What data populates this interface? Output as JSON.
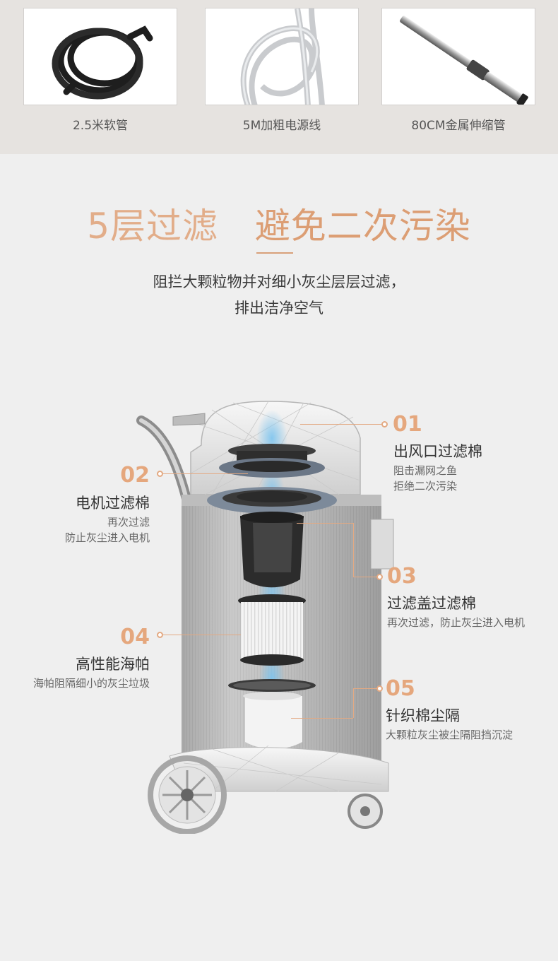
{
  "accessories": [
    {
      "label": "2.5米软管",
      "icon": "hose-icon"
    },
    {
      "label": "5M加粗电源线",
      "icon": "power-cable-icon"
    },
    {
      "label": "80CM金属伸缩管",
      "icon": "metal-tube-icon"
    }
  ],
  "heading": {
    "part1": "5层过滤",
    "part2": "避免二次污染"
  },
  "subtitle": {
    "line1": "阻拦大颗粒物并对细小灰尘层层过滤，",
    "line2": "排出洁净空气"
  },
  "callouts": [
    {
      "num": "01",
      "title": "出风口过滤棉",
      "desc": [
        "阻击漏网之鱼",
        "拒绝二次污染"
      ]
    },
    {
      "num": "02",
      "title": "电机过滤棉",
      "desc": [
        "再次过滤",
        "防止灰尘进入电机"
      ]
    },
    {
      "num": "03",
      "title": "过滤盖过滤棉",
      "desc": [
        "再次过滤，防止灰尘进入电机"
      ]
    },
    {
      "num": "04",
      "title": "高性能海帕",
      "desc": [
        "海帕阻隔细小的灰尘垃圾"
      ]
    },
    {
      "num": "05",
      "title": "针织棉尘隔",
      "desc": [
        "大颗粒灰尘被尘隔阻挡沉淀"
      ]
    }
  ],
  "colors": {
    "accent": "#dc9e74",
    "background": "#efefef",
    "strip": "#e6e3e0"
  }
}
